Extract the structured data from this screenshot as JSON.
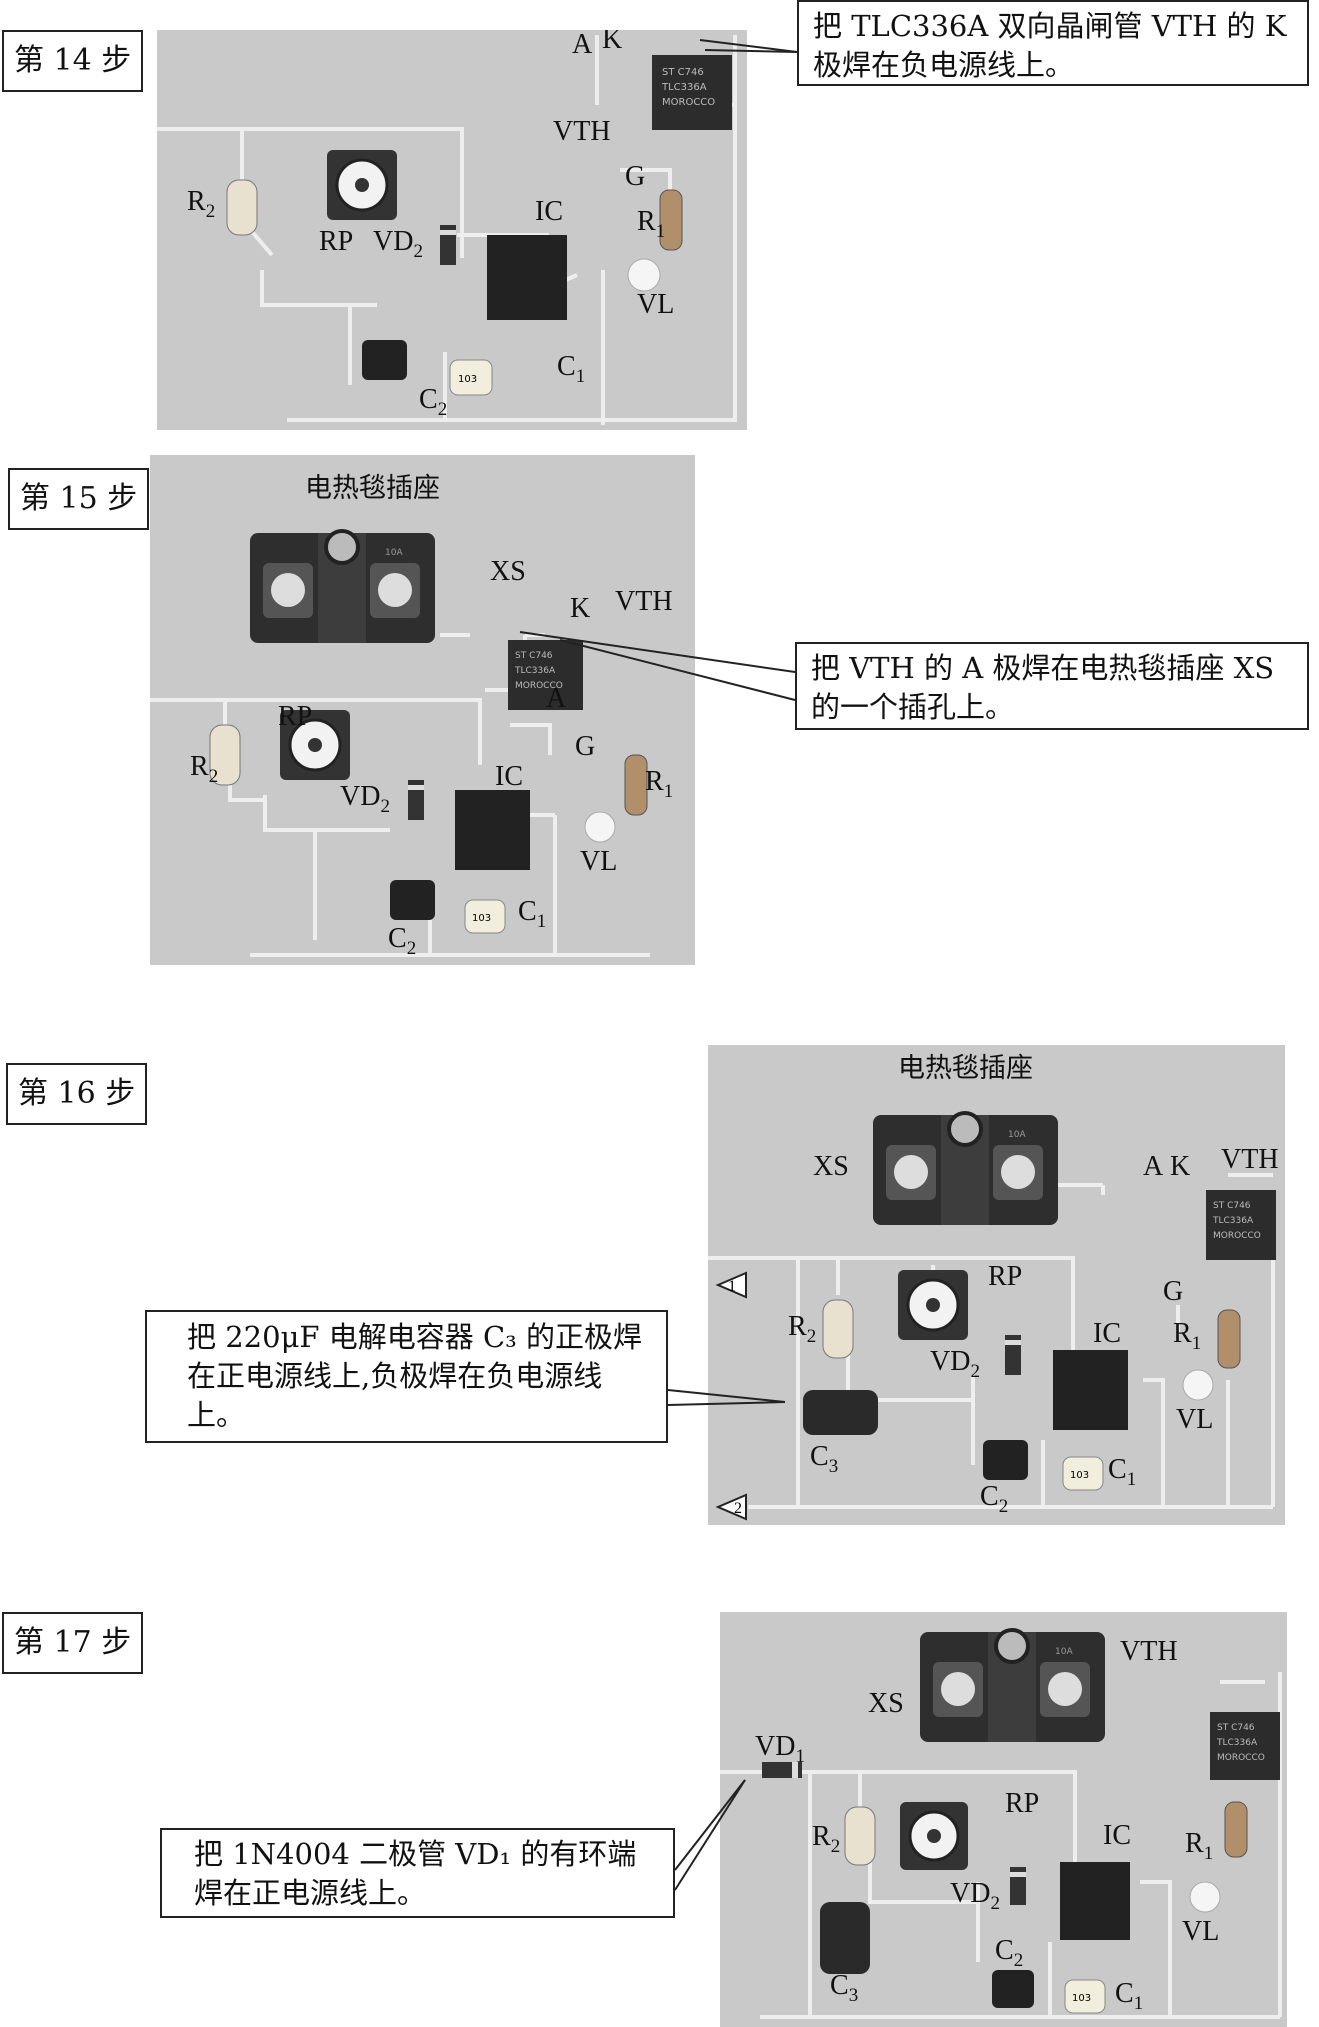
{
  "steps": [
    {
      "step_label": "第 14 步",
      "note": "把 TLC336A 双向晶闸管 VTH 的 K 极焊在负电源线上。",
      "labels": {
        "A": "A",
        "K": "K",
        "VTH": "VTH",
        "G": "G",
        "R2": "R",
        "R2_sub": "2",
        "R1": "R",
        "R1_sub": "1",
        "RP": "RP",
        "VD2": "VD",
        "VD2_sub": "2",
        "IC": "IC",
        "VL": "VL",
        "C1": "C",
        "C1_sub": "1",
        "C2": "C",
        "C2_sub": "2"
      }
    },
    {
      "step_label": "第 15 步",
      "socket_title": "电热毯插座",
      "note": "把 VTH 的 A 极焊在电热毯插座 XS 的一个插孔上。",
      "labels": {
        "XS": "XS",
        "K": "K",
        "VTH": "VTH",
        "A": "A",
        "G": "G",
        "RP": "RP",
        "R2": "R",
        "R2_sub": "2",
        "VD2": "VD",
        "VD2_sub": "2",
        "IC": "IC",
        "R1": "R",
        "R1_sub": "1",
        "VL": "VL",
        "C1": "C",
        "C1_sub": "1",
        "C2": "C",
        "C2_sub": "2"
      }
    },
    {
      "step_label": "第 16 步",
      "socket_title": "电热毯插座",
      "note": "把 220μF 电解电容器 C₃ 的正极焊在正电源线上,负极焊在负电源线上。",
      "labels": {
        "XS": "XS",
        "A": "A",
        "K": "K",
        "VTH": "VTH",
        "G": "G",
        "RP": "RP",
        "R2": "R",
        "R2_sub": "2",
        "IC": "IC",
        "R1": "R",
        "R1_sub": "1",
        "VD2": "VD",
        "VD2_sub": "2",
        "VL": "VL",
        "C3": "C",
        "C3_sub": "3",
        "C1": "C",
        "C1_sub": "1",
        "C2": "C",
        "C2_sub": "2",
        "tri1": "1",
        "tri2": "2"
      }
    },
    {
      "step_label": "第 17 步",
      "note": "把 1N4004 二极管 VD₁ 的有环端焊在正电源线上。",
      "labels": {
        "VTH": "VTH",
        "XS": "XS",
        "VD1": "VD",
        "VD1_sub": "1",
        "RP": "RP",
        "R2": "R",
        "R2_sub": "2",
        "IC": "IC",
        "R1": "R",
        "R1_sub": "1",
        "VD2": "VD",
        "VD2_sub": "2",
        "C2": "C",
        "C2_sub": "2",
        "C3": "C",
        "C3_sub": "3",
        "VL": "VL",
        "C1": "C",
        "C1_sub": "1"
      }
    }
  ],
  "component_marks": {
    "triac": [
      "ST C746",
      "TLC336A",
      "MOROCCO"
    ],
    "cap": "103",
    "socket": "10A"
  }
}
